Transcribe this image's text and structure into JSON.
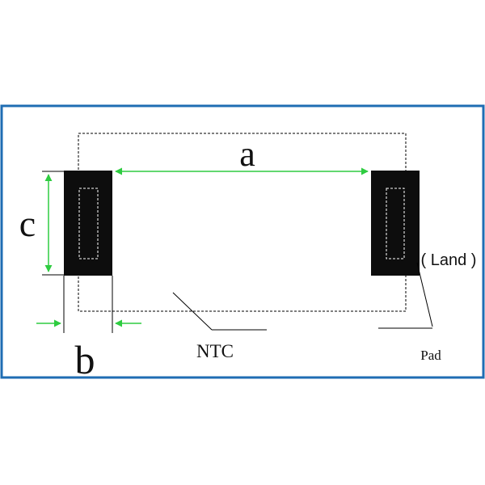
{
  "colors": {
    "frame": "#1f6db3",
    "pad": "#0d0d0d",
    "arrow": "#2ecc40",
    "outline": "#000000",
    "background": "#ffffff"
  },
  "labels": {
    "a": "a",
    "b": "b",
    "c": "c",
    "ntc": "NTC",
    "land": "( Land )",
    "pad": "Pad"
  }
}
